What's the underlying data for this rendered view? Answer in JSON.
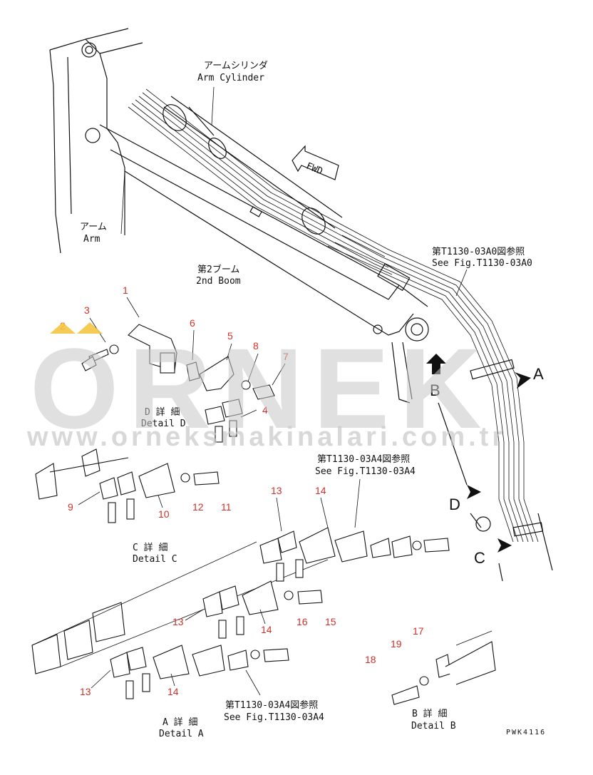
{
  "labels": {
    "arm_cylinder_jp": "アームシリンダ",
    "arm_cylinder_en": "Arm Cylinder",
    "fwd": "FWD",
    "arm_jp": "アーム",
    "arm_en": "Arm",
    "boom_jp": "第2ブーム",
    "boom_en": "2nd Boom",
    "ref_a0_jp": "第T1130-03A0図参照",
    "ref_a0_en": "See Fig.T1130-03A0",
    "ref_a4_top_jp": "第T1130-03A4図参照",
    "ref_a4_top_en": "See Fig.T1130-03A4",
    "ref_a4_bot_jp": "第T1130-03A4図参照",
    "ref_a4_bot_en": "See Fig.T1130-03A4",
    "detail_d_jp": "D 詳 細",
    "detail_d_en": "Detail D",
    "detail_c_jp": "C 詳 細",
    "detail_c_en": "Detail C",
    "detail_a_jp": "A 詳 細",
    "detail_a_en": "Detail A",
    "detail_b_jp": "B 詳 細",
    "detail_b_en": "Detail B",
    "view_a": "A",
    "view_b": "B",
    "view_c": "C",
    "view_d": "D",
    "drawing_code": "PWK4116"
  },
  "part_numbers": {
    "n1": "1",
    "n2": "2",
    "n3": "3",
    "n4": "4",
    "n5": "5",
    "n6": "6",
    "n7": "7",
    "n8": "8",
    "n9": "9",
    "n10": "10",
    "n11": "11",
    "n12": "12",
    "n13a": "13",
    "n14a": "14",
    "n13b": "13",
    "n14b": "14",
    "n15": "15",
    "n16": "16",
    "n13c": "13",
    "n14c": "14",
    "n17": "17",
    "n18": "18",
    "n19": "19"
  },
  "watermark": {
    "brand": "ORNEK",
    "site": "www.orneksmakinalari.com.tr"
  }
}
